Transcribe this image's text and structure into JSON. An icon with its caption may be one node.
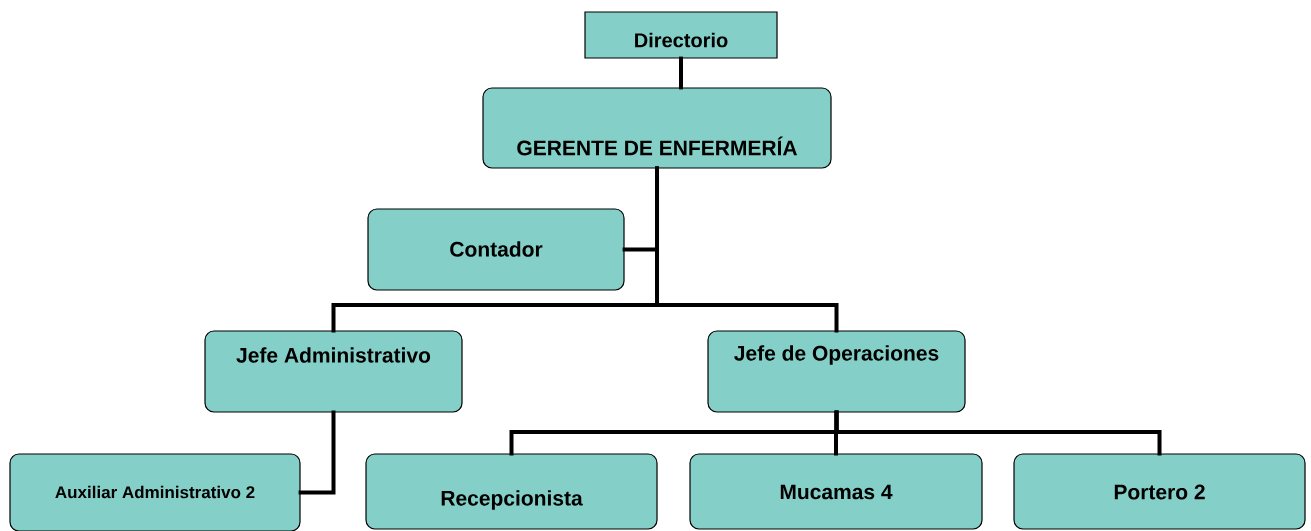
{
  "diagram": {
    "nodes": [
      {
        "text": [
          "Directorio"
        ]
      },
      {
        "text": [
          "GERENTE DE ENFERMERÍA"
        ]
      },
      {
        "text": [
          "Contador"
        ]
      },
      {
        "text": [
          "Jefe Administrativo"
        ]
      },
      {
        "text": [
          "Jefe de Operaciones"
        ]
      },
      {
        "text": [
          "Auxiliar Administrativo 2"
        ]
      },
      {
        "text": [
          "Recepcionista"
        ]
      },
      {
        "text": [
          "Mucamas 4"
        ]
      },
      {
        "text": [
          "Portero 2"
        ]
      }
    ],
    "edges": [
      {
        "from": 0,
        "to": 1,
        "arrow": "none"
      },
      {
        "from": 1,
        "to": 2,
        "arrow": "none"
      },
      {
        "from": 1,
        "to": 3,
        "arrow": "none"
      },
      {
        "from": 1,
        "to": 4,
        "arrow": "none"
      },
      {
        "from": 3,
        "to": 5,
        "arrow": "none"
      },
      {
        "from": 4,
        "to": 6,
        "arrow": "none"
      },
      {
        "from": 4,
        "to": 7,
        "arrow": "none"
      },
      {
        "from": 4,
        "to": 8,
        "arrow": "none"
      }
    ]
  }
}
